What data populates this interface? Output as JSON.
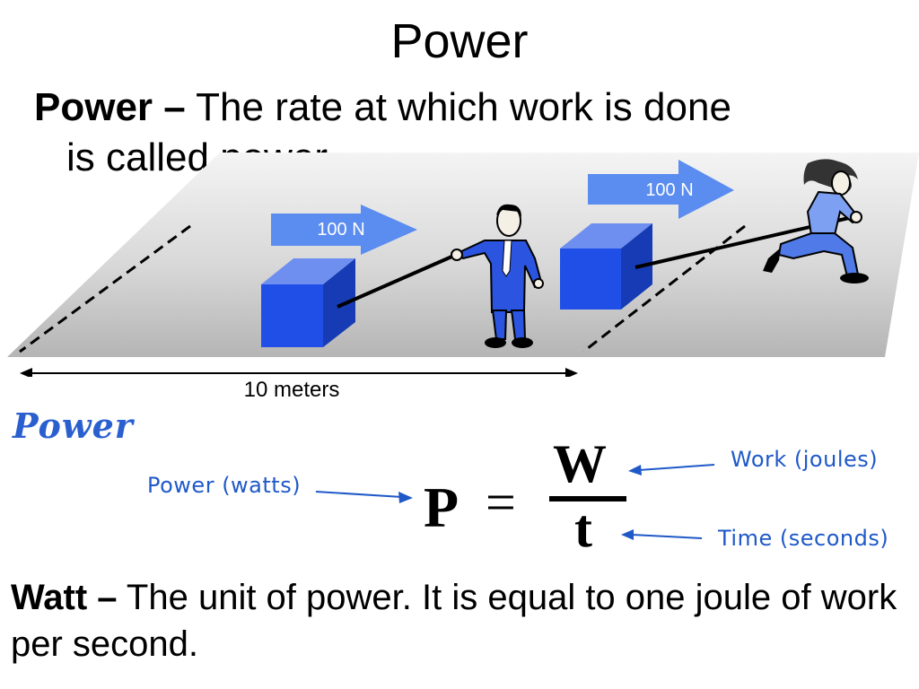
{
  "slide": {
    "title": "Power",
    "definition": {
      "term": "Power –",
      "text_line1": " The rate at which work is done",
      "text_line2": "is called power."
    },
    "scene": {
      "force_label_left": "100 N",
      "force_label_right": "100 N",
      "distance_label": "10 meters"
    },
    "formula": {
      "heading": "Power",
      "symbol_p": "P",
      "symbol_eq": "=",
      "numerator": "W",
      "denominator": "t",
      "label_power": "Power (watts)",
      "label_work": "Work (joules)",
      "label_time": "Time (seconds)"
    },
    "watt": {
      "term": "Watt –",
      "text": " The unit of power.  It is equal to one joule of work per second."
    },
    "colors": {
      "box_blue": "#1f4fe6",
      "arrow_blue": "#5b8cf0",
      "hand_blue": "#1f59c8",
      "floor_gray": "#c9c9c9"
    }
  }
}
